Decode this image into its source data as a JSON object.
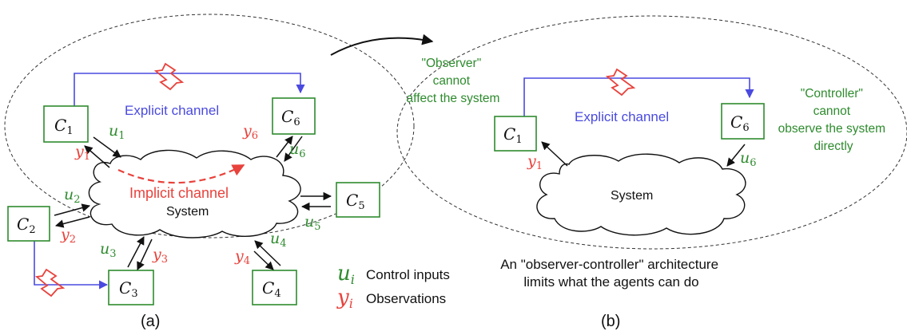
{
  "colors": {
    "controller_green": "#2e8b2e",
    "explicit_blue": "#4a4ae0",
    "observation_red": "#e8423c",
    "lightning_red": "#e8423c"
  },
  "panel_a": {
    "caption": "(a)",
    "controllers": {
      "c1": {
        "letter": "C",
        "sub": "1"
      },
      "c2": {
        "letter": "C",
        "sub": "2"
      },
      "c3": {
        "letter": "C",
        "sub": "3"
      },
      "c4": {
        "letter": "C",
        "sub": "4"
      },
      "c5": {
        "letter": "C",
        "sub": "5"
      },
      "c6": {
        "letter": "C",
        "sub": "6"
      }
    },
    "inputs": {
      "u1": {
        "letter": "u",
        "sub": "1"
      },
      "u2": {
        "letter": "u",
        "sub": "2"
      },
      "u3": {
        "letter": "u",
        "sub": "3"
      },
      "u4": {
        "letter": "u",
        "sub": "4"
      },
      "u5": {
        "letter": "u",
        "sub": "5"
      },
      "u6": {
        "letter": "u",
        "sub": "6"
      }
    },
    "observations": {
      "y1": {
        "letter": "y",
        "sub": "1"
      },
      "y2": {
        "letter": "y",
        "sub": "2"
      },
      "y3": {
        "letter": "y",
        "sub": "3"
      },
      "y4": {
        "letter": "y",
        "sub": "4"
      },
      "y6": {
        "letter": "y",
        "sub": "6"
      }
    },
    "explicit_channel": "Explicit channel",
    "implicit_channel": "Implicit channel",
    "system": "System"
  },
  "legend": {
    "u_symbol": {
      "letter": "u",
      "sub": "i"
    },
    "u_text": "Control inputs",
    "y_symbol": {
      "letter": "y",
      "sub": "i"
    },
    "y_text": "Observations"
  },
  "panel_b": {
    "caption": "(b)",
    "c1": {
      "letter": "C",
      "sub": "1"
    },
    "c6": {
      "letter": "C",
      "sub": "6"
    },
    "y1": {
      "letter": "y",
      "sub": "1"
    },
    "u6": {
      "letter": "u",
      "sub": "6"
    },
    "explicit_channel": "Explicit channel",
    "system": "System",
    "observer_note": [
      "\"Observer\"",
      "cannot",
      "affect the system"
    ],
    "controller_note": [
      "\"Controller\"",
      "cannot",
      "observe the system",
      "directly"
    ],
    "architecture_note": [
      "An \"observer-controller\" architecture",
      "limits what the agents can do"
    ]
  }
}
